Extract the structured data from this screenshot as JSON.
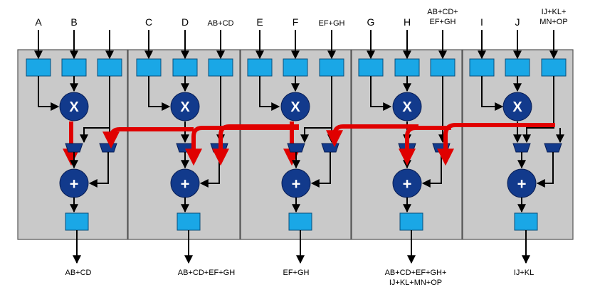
{
  "colors": {
    "panel": "#c9c9c9",
    "register": "#1aa7e6",
    "operator": "#123a8c",
    "chain_arrow": "#e00000"
  },
  "cells": [
    {
      "inputs": [
        "A",
        "B",
        ""
      ],
      "multiply_symbol": "X",
      "add_symbol": "+",
      "output": [
        "AB+CD"
      ]
    },
    {
      "inputs": [
        "C",
        "D",
        "AB+CD"
      ],
      "multiply_symbol": "X",
      "add_symbol": "+",
      "output": [
        "AB+CD+EF+GH"
      ]
    },
    {
      "inputs": [
        "E",
        "F",
        "EF+GH"
      ],
      "multiply_symbol": "X",
      "add_symbol": "+",
      "output": [
        "EF+GH"
      ]
    },
    {
      "inputs": [
        "G",
        "H",
        "AB+CD+",
        "EF+GH"
      ],
      "multiply_symbol": "X",
      "add_symbol": "+",
      "output": [
        "AB+CD+EF+GH+",
        "IJ+KL+MN+OP"
      ]
    },
    {
      "inputs": [
        "I",
        "J",
        "IJ+KL+",
        "MN+OP"
      ],
      "multiply_symbol": "X",
      "add_symbol": "+",
      "output": [
        "IJ+KL"
      ]
    }
  ]
}
